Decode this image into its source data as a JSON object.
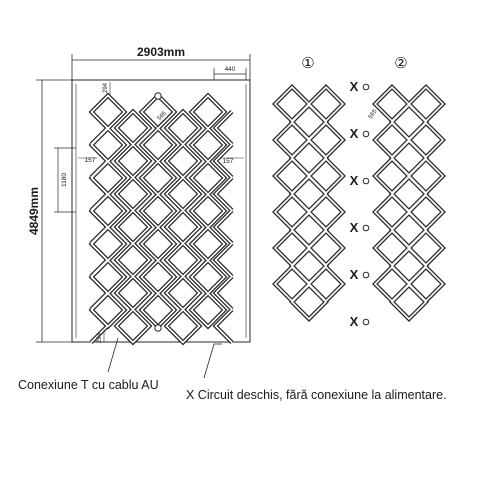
{
  "dimensions": {
    "width": "2903mm",
    "height": "4849mm",
    "corner_offset": "440",
    "top_gap": "294",
    "bottom_gap": "294",
    "cell_span": "565",
    "side_left": "157",
    "side_right": "157",
    "vertical_gap": "1180"
  },
  "panels": {
    "panel_1_label": "①",
    "panel_2_label": "②",
    "cell_span_right": "565",
    "break_marker": "X",
    "break_count": 6
  },
  "captions": {
    "left": "Conexiune T cu cablu AU",
    "right": "X Circuit deschis, fără conexiune la alimentare."
  },
  "colors": {
    "line": "#2a2a2a",
    "background": "#ffffff"
  }
}
